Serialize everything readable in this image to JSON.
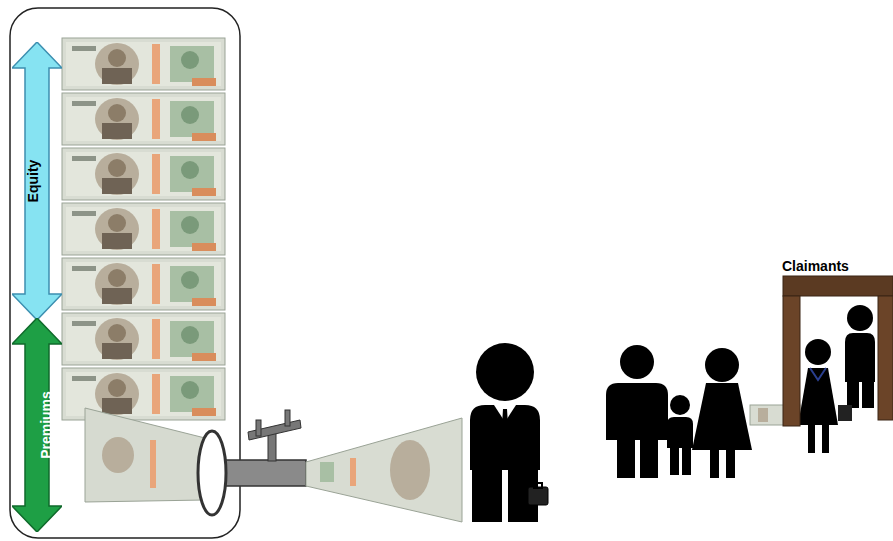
{
  "diagram": {
    "nodes": [
      {
        "text": [
          "Equity"
        ]
      },
      {
        "text": [
          "Premiums"
        ]
      },
      {
        "text": [
          "Claimants"
        ]
      }
    ]
  }
}
